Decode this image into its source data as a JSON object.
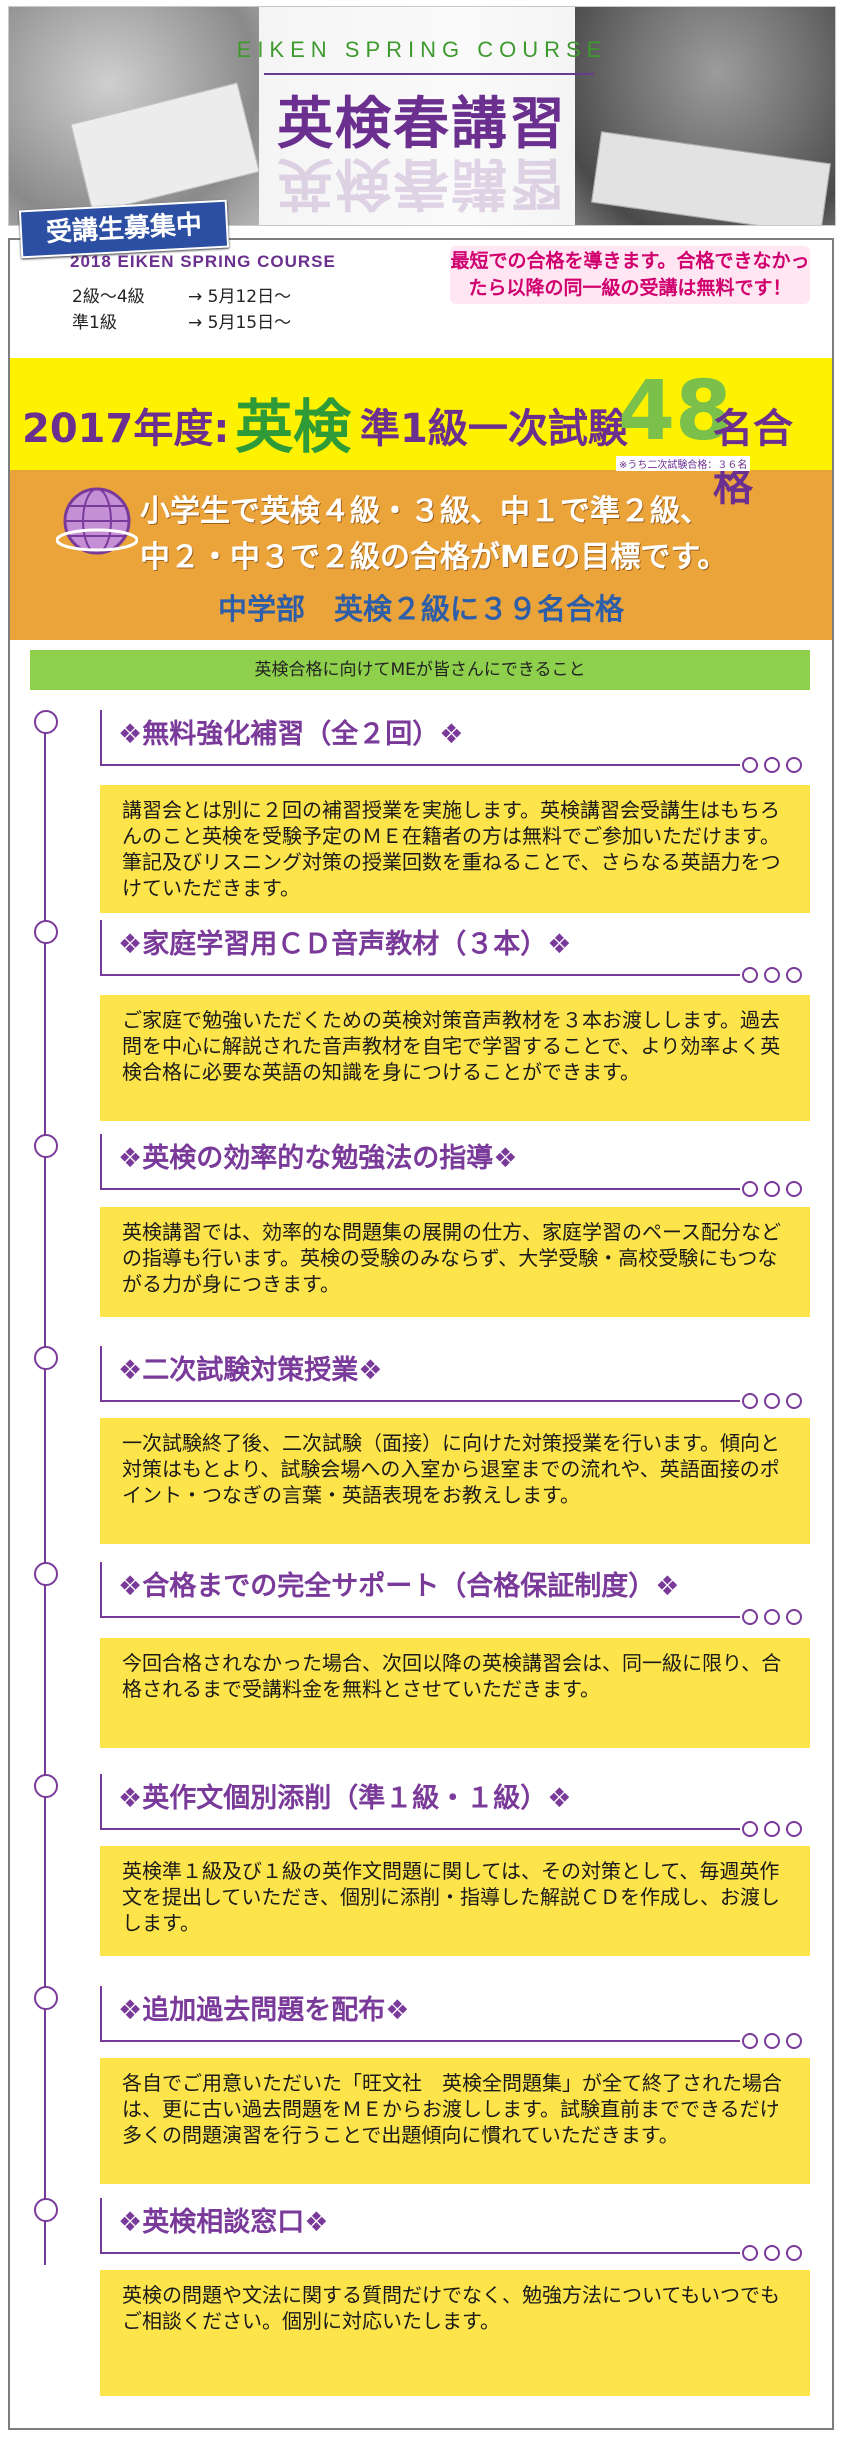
{
  "header": {
    "course_en": "EIKEN SPRING COURSE",
    "title": "英検春講習",
    "badge": "受講生募集中"
  },
  "info": {
    "course_label": "2018 EIKEN SPRING COURSE",
    "line1_grade": "2級～4級",
    "line1_date": "→ 5月12日～",
    "line2_grade": "準1級",
    "line2_date": "→ 5月15日～",
    "promo": "最短での合格を導きます。合格できなかったら以降の同一級の受講は無料です！"
  },
  "results": {
    "year": "2017年度:",
    "eiken": "英検",
    "grade": "準1級一次試験",
    "count": "48",
    "pass": "名合格",
    "note": "※うち二次試験合格：３６名",
    "goal1": "小学生で英検４級・３級、中１で準２級、",
    "goal2": "中２・中３で２級の合格がMEの目標です。",
    "junior": "中学部　英検２級に３９名合格"
  },
  "banner": "英検合格に向けてMEが皆さんにできること",
  "sections": [
    {
      "title": "❖無料強化補習（全２回）❖",
      "body": "講習会とは別に２回の補習授業を実施します。英検講習会受講生はもちろんのこと英検を受験予定のＭＥ在籍者の方は無料でご参加いただけます。筆記及びリスニング対策の授業回数を重ねることで、さらなる英語力をつけていただきます。"
    },
    {
      "title": "❖家庭学習用ＣＤ音声教材（３本）❖",
      "body": "ご家庭で勉強いただくための英検対策音声教材を３本お渡しします。過去問を中心に解説された音声教材を自宅で学習することで、より効率よく英検合格に必要な英語の知識を身につけることができます。"
    },
    {
      "title": "❖英検の効率的な勉強法の指導❖",
      "body": "英検講習では、効率的な問題集の展開の仕方、家庭学習のペース配分などの指導も行います。英検の受験のみならず、大学受験・高校受験にもつながる力が身につきます。"
    },
    {
      "title": "❖二次試験対策授業❖",
      "body": "一次試験終了後、二次試験（面接）に向けた対策授業を行います。傾向と対策はもとより、試験会場への入室から退室までの流れや、英語面接のポイント・つなぎの言葉・英語表現をお教えします。"
    },
    {
      "title": "❖合格までの完全サポート（合格保証制度）❖",
      "body": "今回合格されなかった場合、次回以降の英検講習会は、同一級に限り、合格されるまで受講料金を無料とさせていただきます。"
    },
    {
      "title": "❖英作文個別添削（準１級・１級）❖",
      "body": "英検準１級及び１級の英作文問題に関しては、その対策として、毎週英作文を提出していただき、個別に添削・指導した解説ＣＤを作成し、お渡しします。"
    },
    {
      "title": "❖追加過去問題を配布❖",
      "body": "各自でご用意いただいた「旺文社　英検全問題集」が全て終了された場合は、更に古い過去問題をＭＥからお渡しします。試験直前までできるだけ多くの問題演習を行うことで出題傾向に慣れていただきます。"
    },
    {
      "title": "❖英検相談窓口❖",
      "body": "英検の問題や文法に関する質問だけでなく、勉強方法についてもいつでもご相談ください。個別に対応いたします。"
    }
  ]
}
